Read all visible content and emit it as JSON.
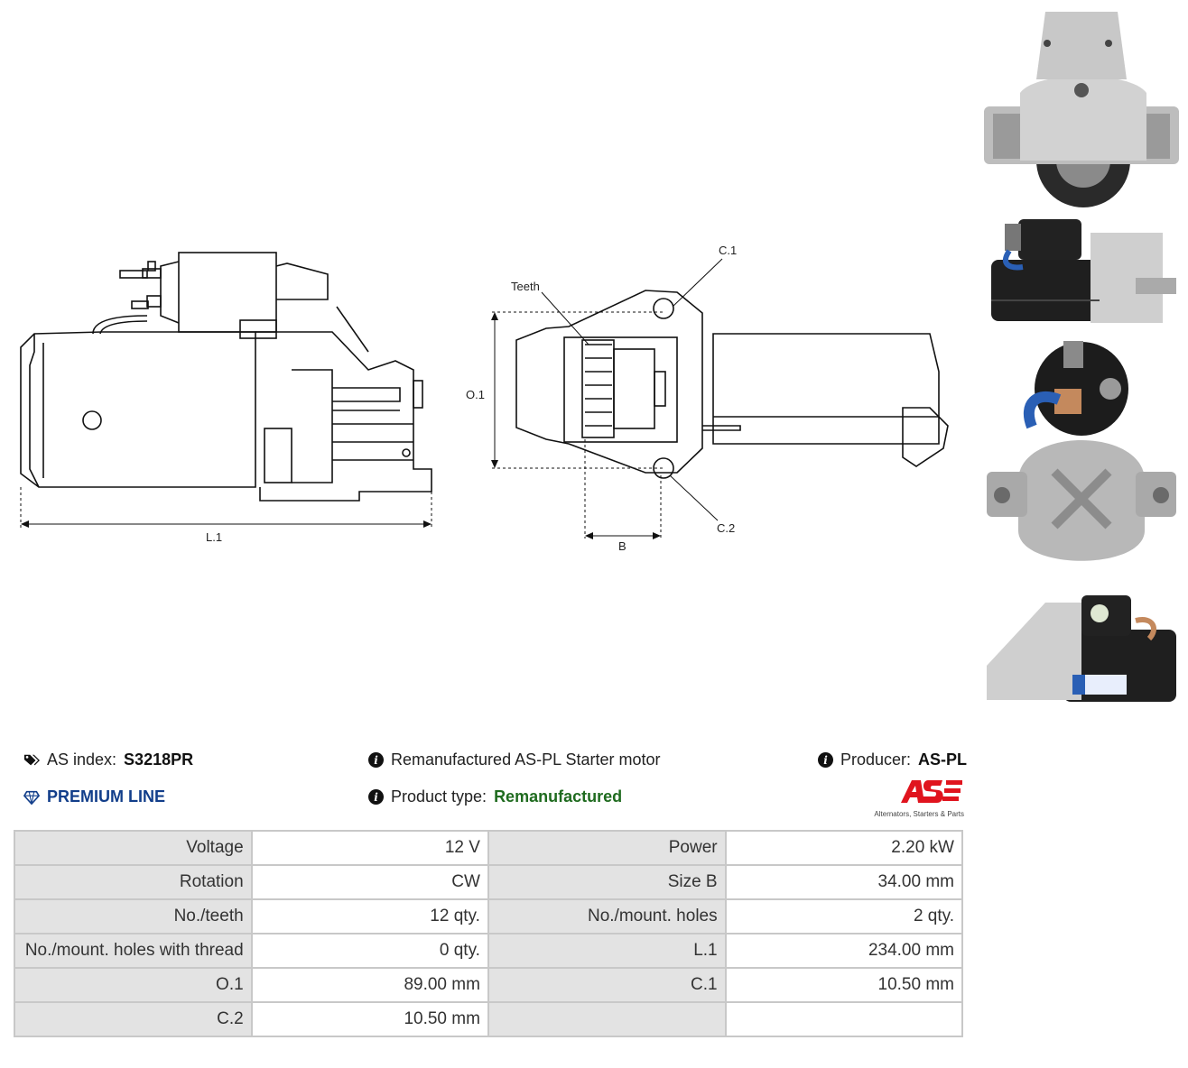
{
  "drawing_labels": {
    "length": "L.1",
    "teeth": "Teeth",
    "c1": "C.1",
    "c2": "C.2",
    "o1": "O.1",
    "b": "B"
  },
  "photos": [
    "front-view-photo",
    "side-view-photo",
    "rear-view-photo",
    "top-view-photo"
  ],
  "info": {
    "index_label": "AS index:",
    "index_value": "S3218PR",
    "line_label": "PREMIUM LINE",
    "description": "Remanufactured AS-PL Starter motor",
    "product_type_label": "Product type:",
    "product_type_value": "Remanufactured",
    "producer_label": "Producer:",
    "producer_value": "AS-PL",
    "brand_tagline": "Alternators, Starters & Parts"
  },
  "colors": {
    "premium": "#123e8a",
    "product_type": "#1f6b1f",
    "brand_red": "#e0141e",
    "table_key_bg": "#e3e3e3",
    "table_border": "#c8c8c8"
  },
  "specs": [
    [
      "Voltage",
      "12 V",
      "Power",
      "2.20 kW"
    ],
    [
      "Rotation",
      "CW",
      "Size B",
      "34.00 mm"
    ],
    [
      "No./teeth",
      "12 qty.",
      "No./mount. holes",
      "2 qty."
    ],
    [
      "No./mount. holes with thread",
      "0 qty.",
      "L.1",
      "234.00 mm"
    ],
    [
      "O.1",
      "89.00 mm",
      "C.1",
      "10.50 mm"
    ],
    [
      "C.2",
      "10.50 mm",
      "",
      ""
    ]
  ]
}
